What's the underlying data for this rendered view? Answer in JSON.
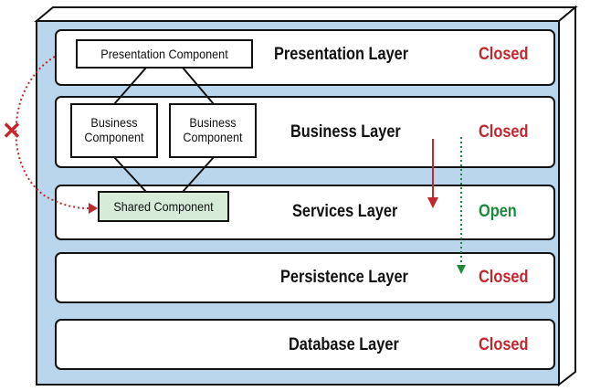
{
  "layers": [
    {
      "name": "Presentation Layer",
      "status": "Closed"
    },
    {
      "name": "Business Layer",
      "status": "Closed"
    },
    {
      "name": "Services Layer",
      "status": "Open"
    },
    {
      "name": "Persistence Layer",
      "status": "Closed"
    },
    {
      "name": "Database Layer",
      "status": "Closed"
    }
  ],
  "components": {
    "presentation": "Presentation Component",
    "business_1": [
      "Business",
      "Component"
    ],
    "business_2": [
      "Business",
      "Component"
    ],
    "shared": "Shared Component"
  },
  "blocked_marker": "✕",
  "colors": {
    "frame_fill": "#b9d6ec",
    "closed": "#c1272d",
    "open": "#1a8a3a",
    "shared_fill": "#d6ecd9"
  }
}
